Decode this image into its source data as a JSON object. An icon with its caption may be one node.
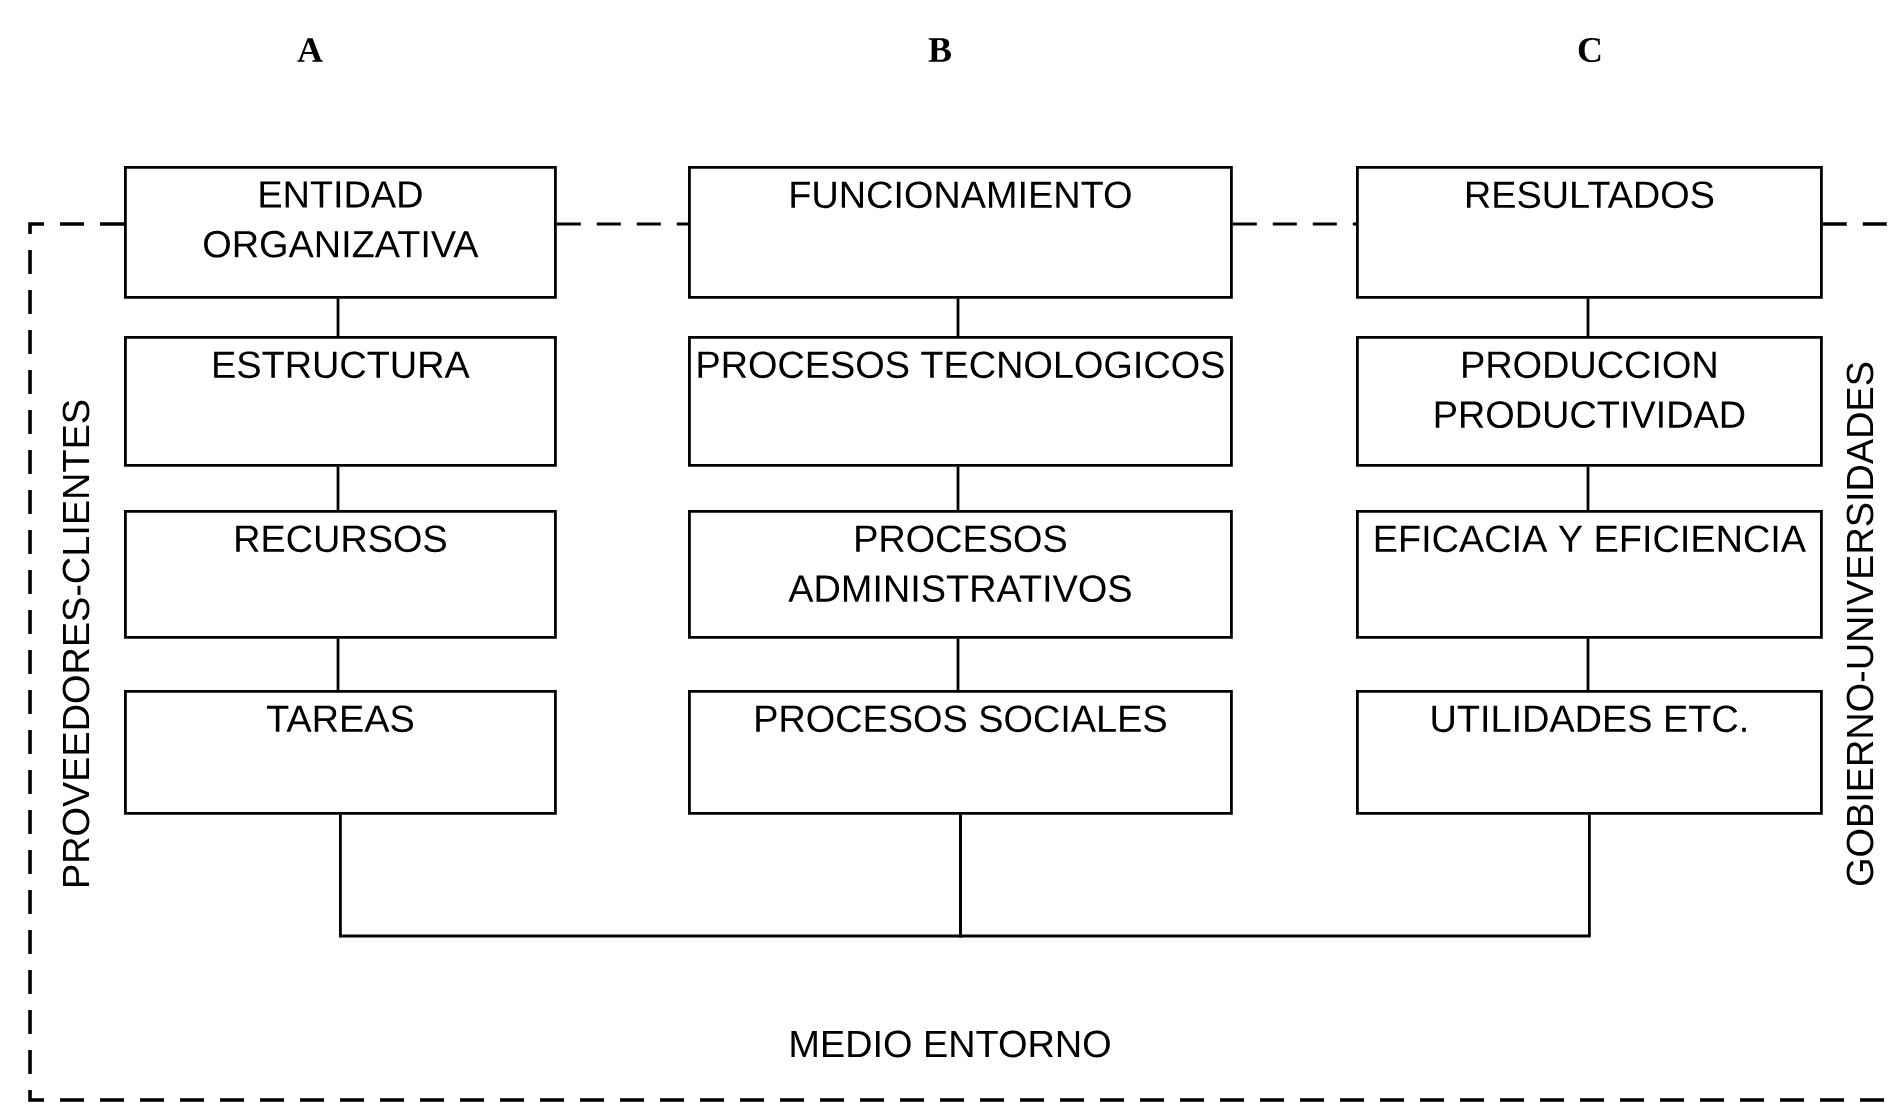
{
  "diagram": {
    "nodes": [
      {
        "text": [
          "ENTIDAD ORGANIZATIVA"
        ]
      },
      {
        "text": [
          "ESTRUCTURA"
        ]
      },
      {
        "text": [
          "RECURSOS"
        ]
      },
      {
        "text": [
          "TAREAS"
        ]
      },
      {
        "text": [
          "FUNCIONAMIENTO"
        ]
      },
      {
        "text": [
          "PROCESOS TECNOLOGICOS"
        ]
      },
      {
        "text": [
          "PROCESOS ADMINISTRATIVOS"
        ]
      },
      {
        "text": [
          "PROCESOS SOCIALES"
        ]
      },
      {
        "text": [
          "RESULTADOS"
        ]
      },
      {
        "text": [
          "PRODUCCION PRODUCTIVIDAD"
        ]
      },
      {
        "text": [
          "EFICACIA Y EFICIENCIA"
        ]
      },
      {
        "text": [
          "UTILIDADES ETC."
        ]
      }
    ],
    "edges": [
      {
        "from": 0,
        "to": 1,
        "arrow": "none"
      },
      {
        "from": 1,
        "to": 2,
        "arrow": "none"
      },
      {
        "from": 2,
        "to": 3,
        "arrow": "none"
      },
      {
        "from": 4,
        "to": 5,
        "arrow": "none"
      },
      {
        "from": 5,
        "to": 6,
        "arrow": "none"
      },
      {
        "from": 6,
        "to": 7,
        "arrow": "none"
      },
      {
        "from": 8,
        "to": 9,
        "arrow": "none"
      },
      {
        "from": 9,
        "to": 10,
        "arrow": "none"
      },
      {
        "from": 10,
        "to": 11,
        "arrow": "none"
      },
      {
        "from": 3,
        "to": 7,
        "arrow": "none"
      },
      {
        "from": 11,
        "to": 7,
        "arrow": "none"
      },
      {
        "from": 0,
        "to": 4,
        "arrow": "none",
        "style": "dashed"
      },
      {
        "from": 4,
        "to": 8,
        "arrow": "none",
        "style": "dashed"
      }
    ],
    "labels": [
      "A",
      "B",
      "C",
      "PROVEEDORES-CLIENTES",
      "GOBIERNO-UNIVERSIDADES",
      "MEDIO ENTORNO"
    ]
  }
}
